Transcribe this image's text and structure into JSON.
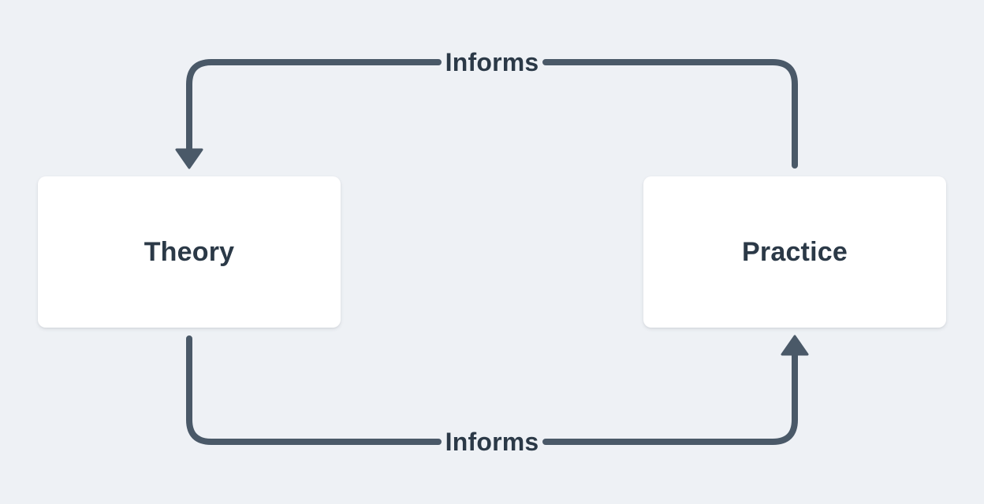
{
  "diagram": {
    "nodes": [
      {
        "id": "theory",
        "label": "Theory"
      },
      {
        "id": "practice",
        "label": "Practice"
      }
    ],
    "edges": [
      {
        "id": "top",
        "from": "practice",
        "to": "theory",
        "label": "Informs"
      },
      {
        "id": "bottom",
        "from": "theory",
        "to": "practice",
        "label": "Informs"
      }
    ],
    "colors": {
      "background": "#eef1f5",
      "node_fill": "#ffffff",
      "arrow": "#4a5968",
      "text": "#2b3947"
    }
  }
}
